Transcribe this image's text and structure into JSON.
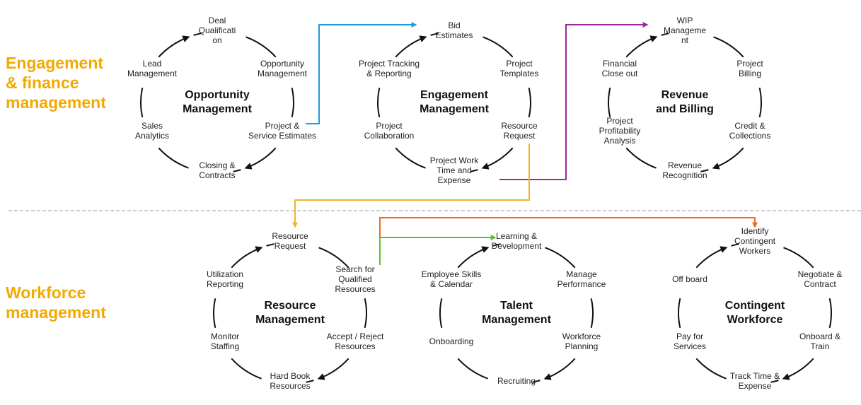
{
  "sections": [
    {
      "title": "Engagement\n& finance\nmanagement"
    },
    {
      "title": "Workforce\nmanagement"
    }
  ],
  "colors": {
    "section_title": "#f2a900",
    "arc": "#111111",
    "divider": "#bbbbbb",
    "connector_blue": "#1e9be0",
    "connector_purple": "#a0249b",
    "connector_yellow": "#f5b324",
    "connector_green": "#57c22b",
    "connector_orange": "#ec6a1c"
  },
  "cycles": [
    {
      "title": "Opportunity\nManagement",
      "steps": [
        "Deal\nQualificati\non",
        "Opportunity\nManagement",
        "Project &\nService Estimates",
        "Closing &\nContracts",
        "Sales\nAnalytics",
        "Lead\nManagement"
      ]
    },
    {
      "title": "Engagement\nManagement",
      "steps": [
        "Bid\nEstimates",
        "Project\nTemplates",
        "Resource\nRequest",
        "Project Work\nTime and\nExpense",
        "Project\nCollaboration",
        "Project Tracking\n& Reporting"
      ]
    },
    {
      "title": "Revenue\nand Billing",
      "steps": [
        "WIP\nManageme\nnt",
        "Project\nBilling",
        "Credit &\nCollections",
        "Revenue\nRecognition",
        "Project\nProfitability\nAnalysis",
        "Financial\nClose out"
      ]
    },
    {
      "title": "Resource\nManagement",
      "steps": [
        "Resource\nRequest",
        "Search for\nQualified\nResources",
        "Accept / Reject\nResources",
        "Hard Book\nResources",
        "Monitor\nStaffing",
        "Utilization\nReporting"
      ]
    },
    {
      "title": "Talent\nManagement",
      "steps": [
        "Learning &\nDevelopment",
        "Manage\nPerformance",
        "Workforce\nPlanning",
        "Recruiting",
        "Onboarding",
        "Employee Skills\n& Calendar"
      ]
    },
    {
      "title": "Contingent\nWorkforce",
      "steps": [
        "Identify\nContingent\nWorkers",
        "Negotiate &\nContract",
        "Onboard &\nTrain",
        "Track Time &\nExpense",
        "Pay for\nServices",
        "Off board"
      ]
    }
  ],
  "connectors": [
    {
      "from": "Opportunity Management: Project & Service Estimates",
      "to": "Engagement Management: Bid Estimates",
      "color": "#1e9be0"
    },
    {
      "from": "Engagement Management: Project Work Time and Expense",
      "to": "Revenue and Billing: WIP Management",
      "color": "#a0249b"
    },
    {
      "from": "Engagement Management: Resource Request",
      "to": "Resource Management: Resource Request",
      "color": "#f5b324"
    },
    {
      "from": "Resource Management: Search for Qualified Resources",
      "to": "Talent Management: Learning & Development",
      "color": "#57c22b"
    },
    {
      "from": "Resource Management: Search for Qualified Resources",
      "to": "Contingent Workforce: Identify Contingent Workers",
      "color": "#ec6a1c"
    }
  ]
}
